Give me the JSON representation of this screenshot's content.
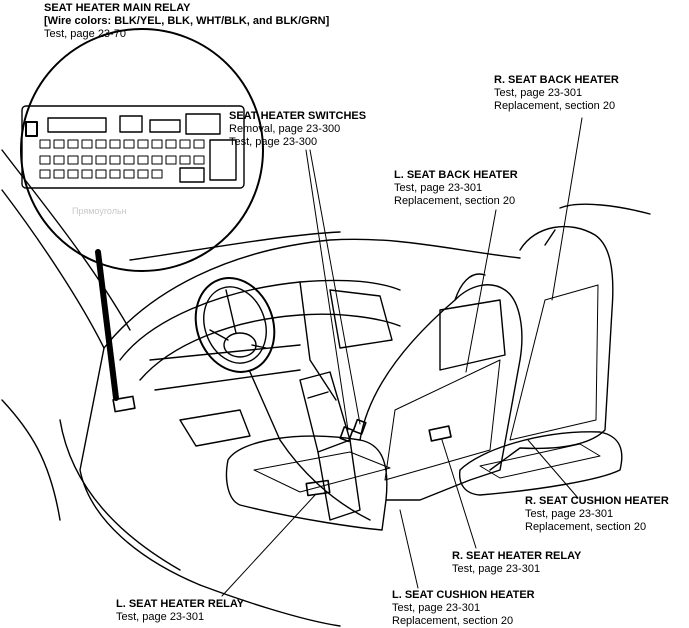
{
  "colors": {
    "line": "#000000",
    "background": "#ffffff",
    "watermark": "#c8c8c8"
  },
  "watermark": "Прямоугольн",
  "labels": {
    "main_relay": {
      "title": "SEAT HEATER MAIN RELAY",
      "wire": "[Wire colors: BLK/YEL, BLK, WHT/BLK, and BLK/GRN]",
      "test": "Test, page 23-70"
    },
    "switches": {
      "title": "SEAT HEATER SWITCHES",
      "removal": "Removal, page 23-300",
      "test": "Test, page 23-300"
    },
    "r_back": {
      "title": "R. SEAT BACK HEATER",
      "test": "Test, page 23-301",
      "replacement": "Replacement, section 20"
    },
    "l_back": {
      "title": "L. SEAT BACK HEATER",
      "test": "Test, page 23-301",
      "replacement": "Replacement, section 20"
    },
    "r_cushion": {
      "title": "R. SEAT CUSHION HEATER",
      "test": "Test, page 23-301",
      "replacement": "Replacement, section 20"
    },
    "r_relay": {
      "title": "R. SEAT HEATER RELAY",
      "test": "Test, page 23-301"
    },
    "l_relay": {
      "title": "L. SEAT HEATER RELAY",
      "test": "Test, page 23-301"
    },
    "l_cushion": {
      "title": "L. SEAT CUSHION HEATER",
      "test": "Test, page 23-301",
      "replacement": "Replacement, section 20"
    }
  }
}
